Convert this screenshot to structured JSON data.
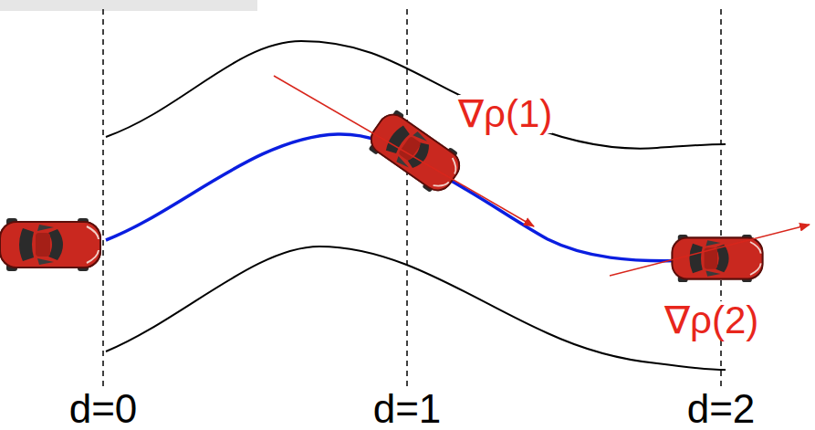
{
  "diagram": {
    "labels": [
      "∇ρ(1)",
      "∇ρ(2)",
      "d=0",
      "d=1",
      "d=2"
    ]
  }
}
